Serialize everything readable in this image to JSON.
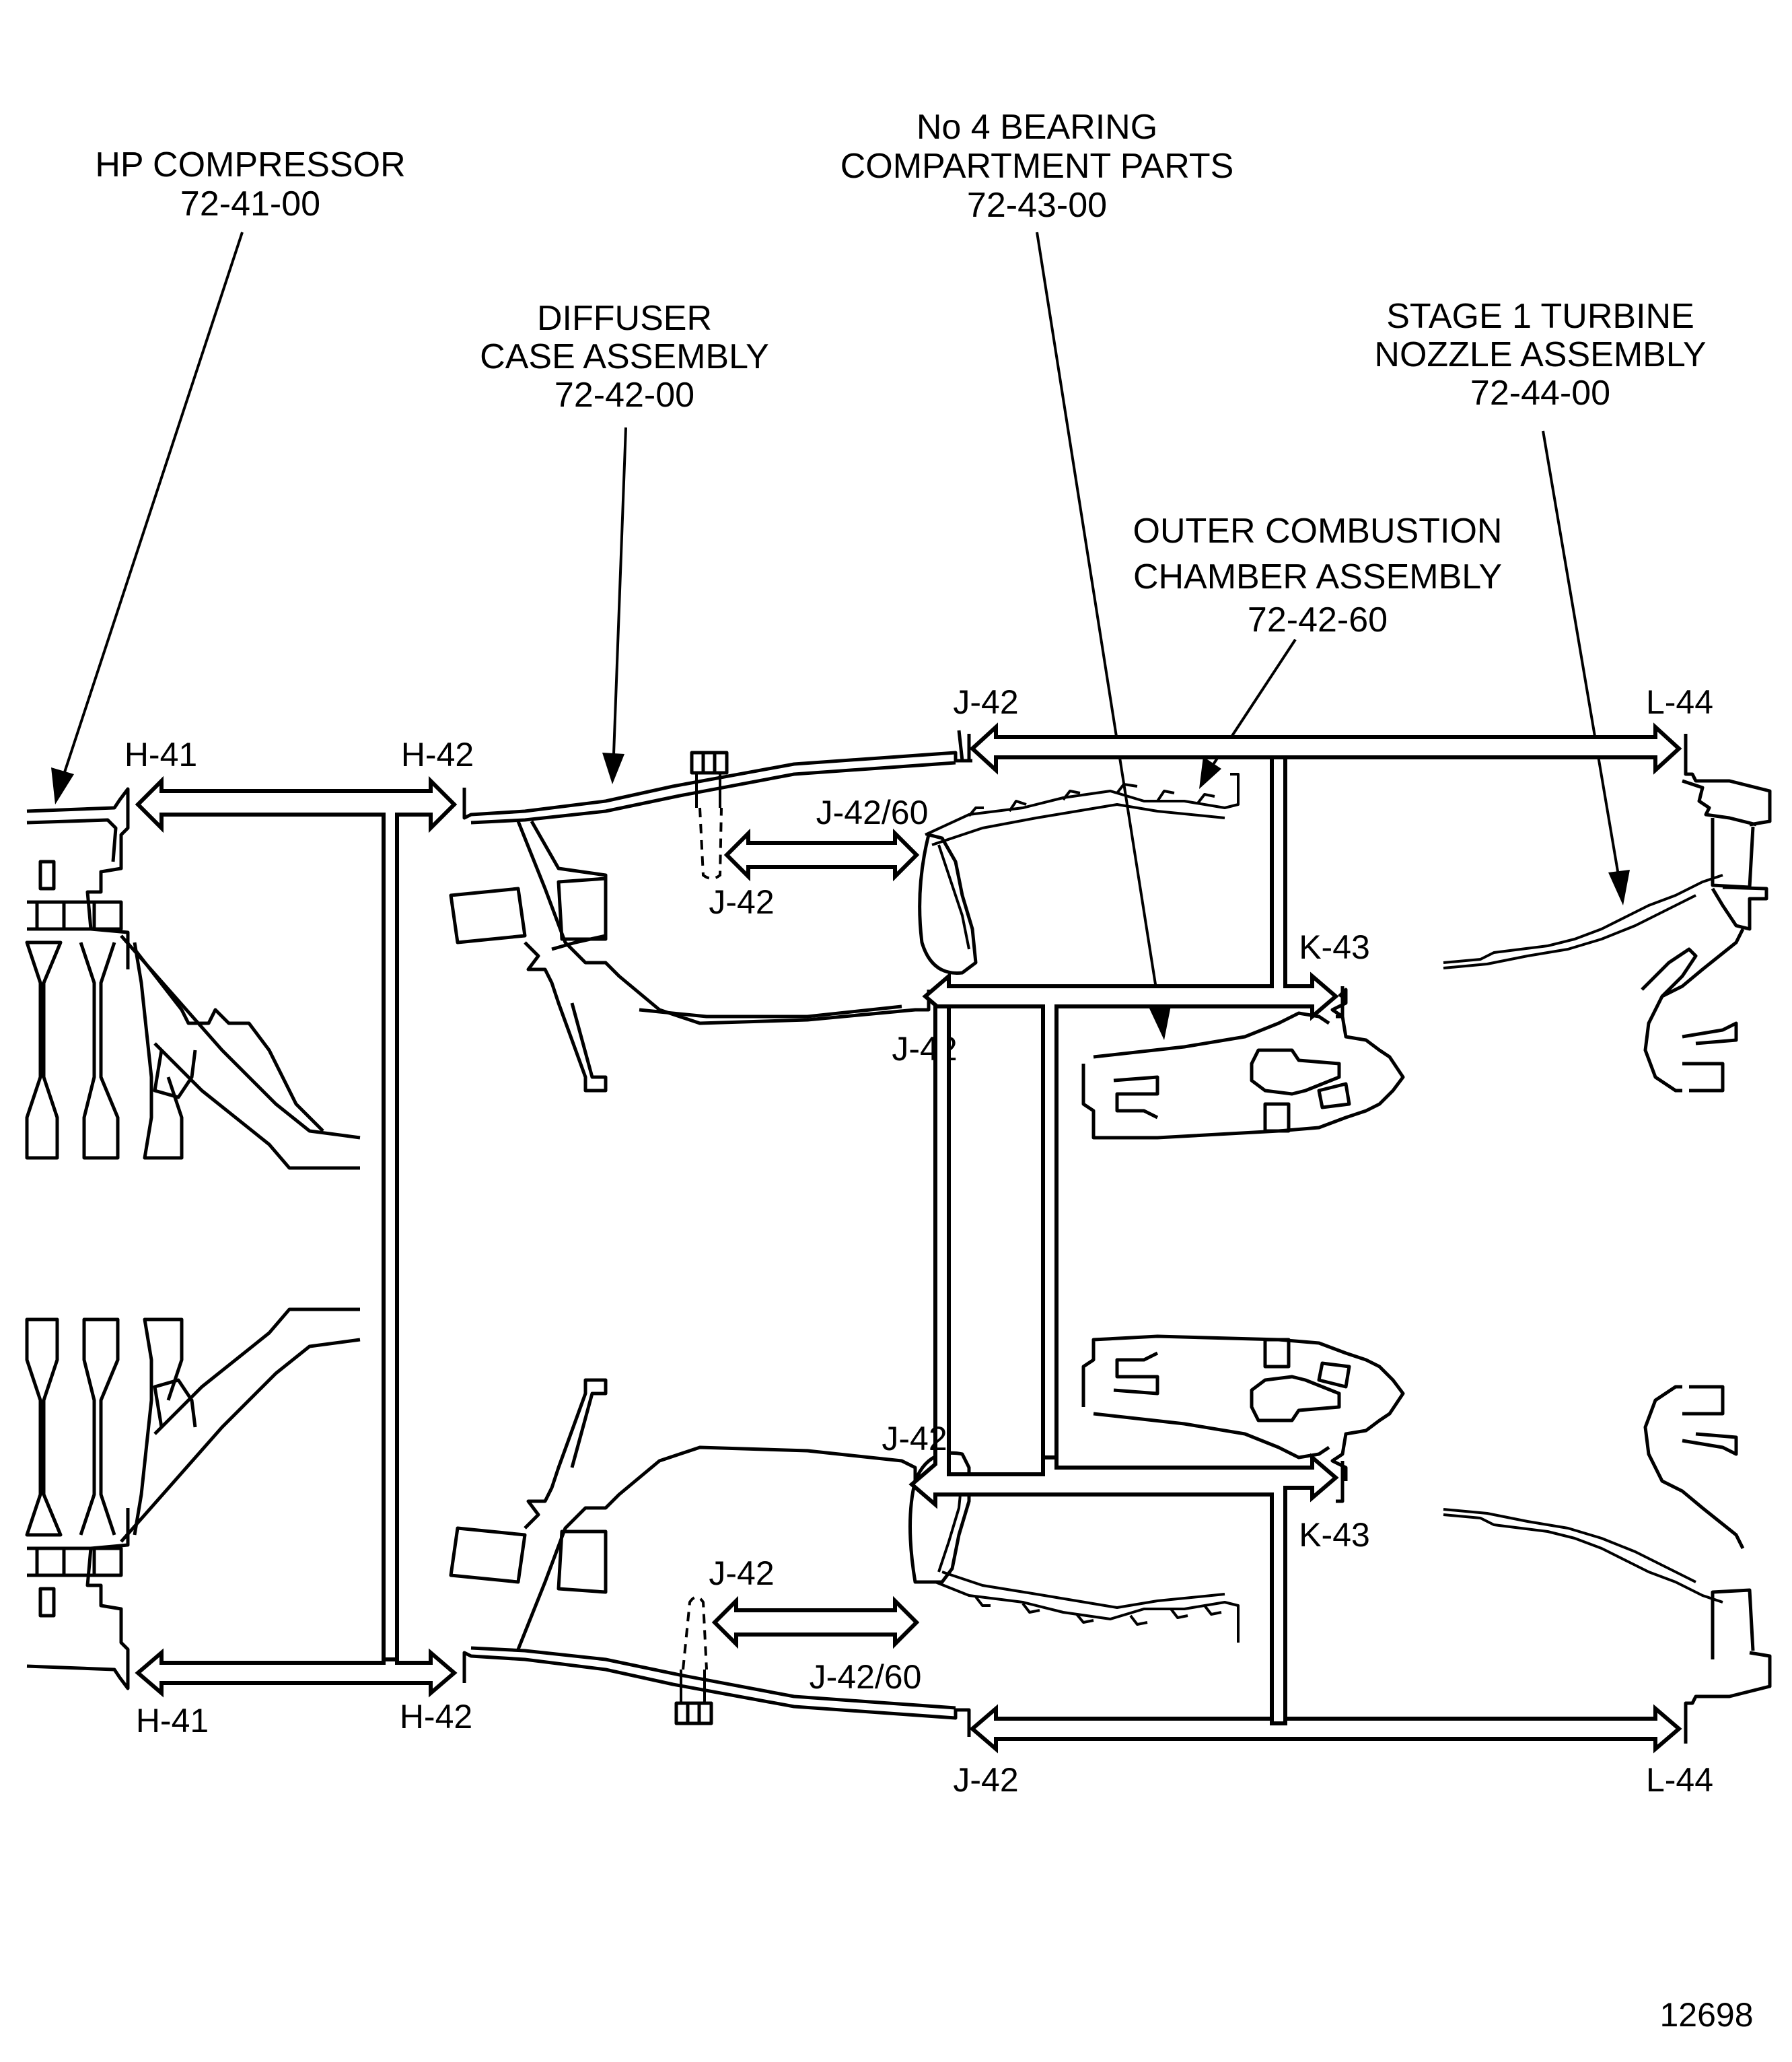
{
  "figure": {
    "number": "12698",
    "description": "Engine hot section module breakdown diagram"
  },
  "assemblies": [
    {
      "id": "hp-compressor",
      "lines": [
        "HP COMPRESSOR",
        "72-41-00"
      ]
    },
    {
      "id": "no4-bearing",
      "lines": [
        "No 4 BEARING",
        "COMPARTMENT PARTS",
        "72-43-00"
      ]
    },
    {
      "id": "diffuser-case",
      "lines": [
        "DIFFUSER",
        "CASE ASSEMBLY",
        "72-42-00"
      ]
    },
    {
      "id": "stage1-turbine-nozzle",
      "lines": [
        "STAGE 1 TURBINE",
        "NOZZLE ASSEMBLY",
        "72-44-00"
      ]
    },
    {
      "id": "outer-combustion-chamber",
      "lines": [
        "OUTER COMBUSTION",
        "CHAMBER ASSEMBLY",
        "72-42-60"
      ]
    }
  ],
  "connections": {
    "upper": {
      "h41": "H-41",
      "h42": "H-42",
      "j42_outer": "J-42",
      "l44": "L-44",
      "j42_60": "J-42/60",
      "j42_bolt": "J-42",
      "k43": "K-43",
      "j42_inner": "J-42"
    },
    "lower": {
      "j42_inner": "J-42",
      "j42_bolt": "J-42",
      "k43": "K-43",
      "j42_60": "J-42/60",
      "h41": "H-41",
      "h42": "H-42",
      "j42_outer": "J-42",
      "l44": "L-44"
    }
  }
}
